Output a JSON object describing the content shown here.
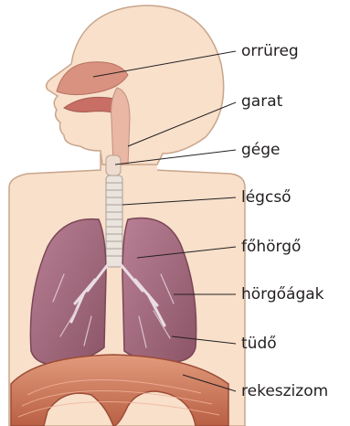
{
  "labels": {
    "nasal_cavity": "orrüreg",
    "pharynx": "garat",
    "larynx": "gége",
    "trachea": "légcső",
    "main_bronchus": "főhörgő",
    "bronchioles": "hörgőágak",
    "lung": "tüdő",
    "diaphragm": "rekeszizom"
  },
  "colors": {
    "skin": "#f8e0cb",
    "skin_outline": "#c9a58c",
    "airway": "#e9b7a4",
    "lung": "#a46a80",
    "diaphragm": "#d78565",
    "leader_line": "#231f20",
    "text": "#231f20"
  }
}
